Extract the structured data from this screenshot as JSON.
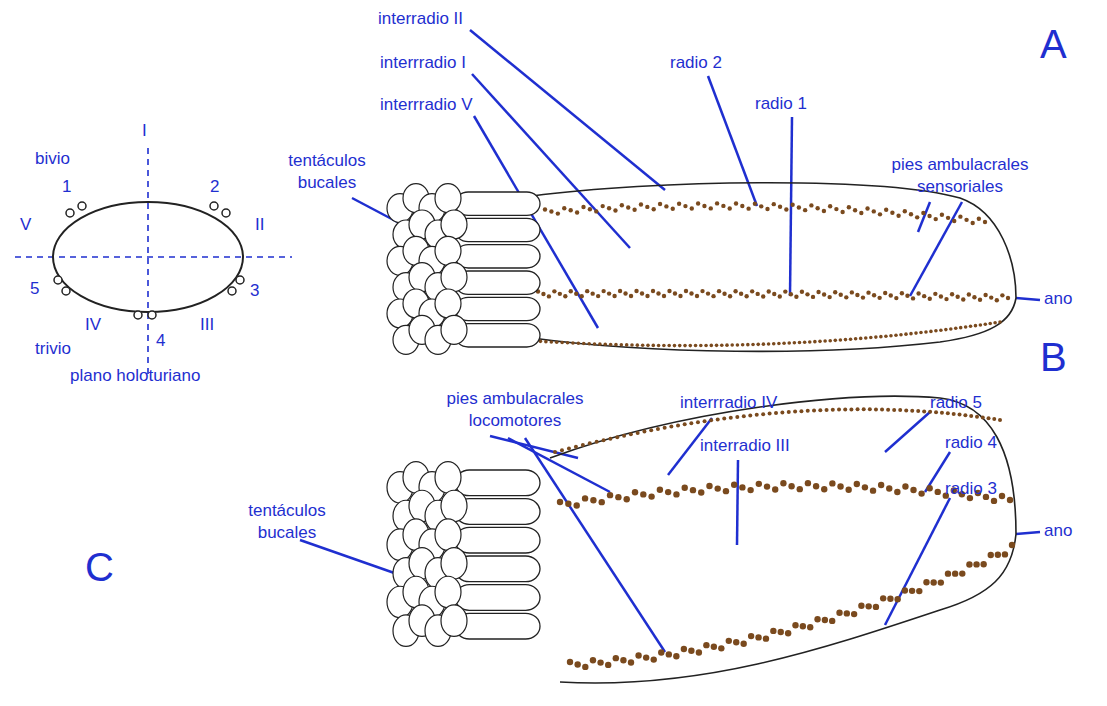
{
  "diagram": {
    "labels": [
      "A",
      "interradio II",
      "interrradio I",
      "interrradio V",
      "radio 2",
      "radio 1",
      "tentáculos bucales",
      "pies ambulacrales sensoriales",
      "ano",
      "B",
      "pies ambulacrales locomotores",
      "interrradio IV",
      "interradio III",
      "radio 5",
      "radio 4",
      "radio 3",
      "tentáculos bucales",
      "ano",
      "C",
      "I",
      "bivio",
      "1",
      "2",
      "V",
      "II",
      "5",
      "3",
      "IV",
      "4",
      "III",
      "trivio",
      "plano holoturiano"
    ]
  }
}
